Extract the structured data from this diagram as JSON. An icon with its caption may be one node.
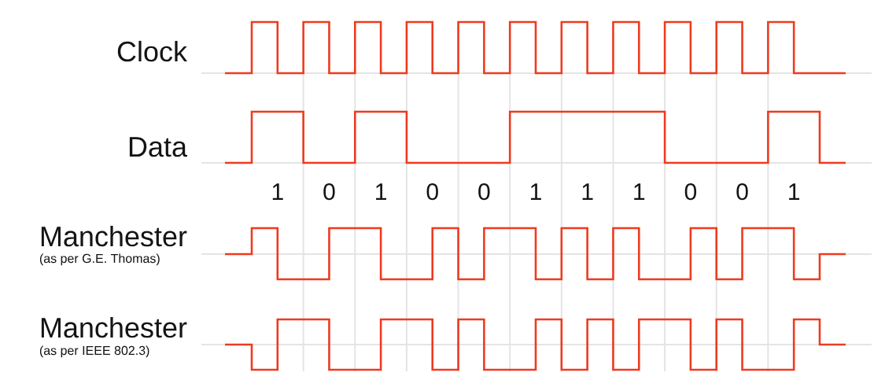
{
  "diagram": {
    "labels": [
      "Clock",
      "Data",
      "1",
      "0",
      "1",
      "0",
      "0",
      "1",
      "1",
      "1",
      "0",
      "0",
      "1",
      "Manchester",
      "(as per G.E. Thomas)",
      "Manchester",
      "(as per IEEE 802.3)"
    ]
  }
}
